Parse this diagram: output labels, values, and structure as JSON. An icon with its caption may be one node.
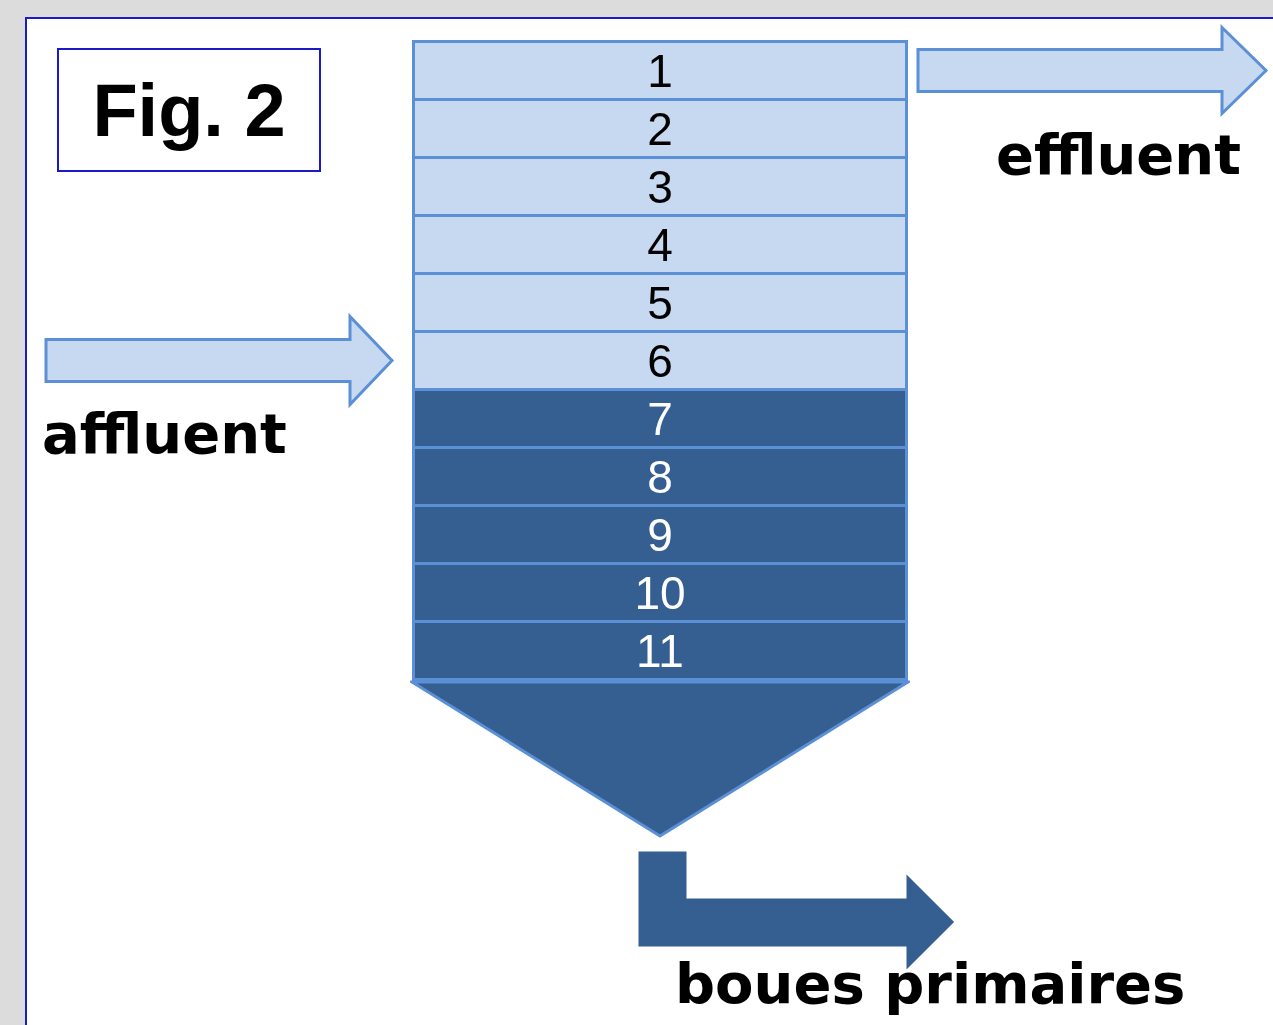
{
  "diagram": {
    "nodes": [
      {
        "text": [
          "Fig. 2"
        ]
      },
      {
        "text": [
          "1"
        ]
      },
      {
        "text": [
          "2"
        ]
      },
      {
        "text": [
          "3"
        ]
      },
      {
        "text": [
          "4"
        ]
      },
      {
        "text": [
          "5"
        ]
      },
      {
        "text": [
          "6"
        ]
      },
      {
        "text": [
          "7"
        ]
      },
      {
        "text": [
          "8"
        ]
      },
      {
        "text": [
          "9"
        ]
      },
      {
        "text": [
          "10"
        ]
      },
      {
        "text": [
          "11"
        ]
      },
      {
        "text": [],
        "shape": "triangle"
      }
    ],
    "edges": [
      {
        "from": null,
        "to": 6,
        "arrow": "to",
        "label": "affluent"
      },
      {
        "from": 1,
        "to": null,
        "arrow": "to",
        "label": "effluent"
      },
      {
        "from": 12,
        "to": null,
        "arrow": "to",
        "label": "boues primaires",
        "color": "#355f91"
      }
    ]
  }
}
